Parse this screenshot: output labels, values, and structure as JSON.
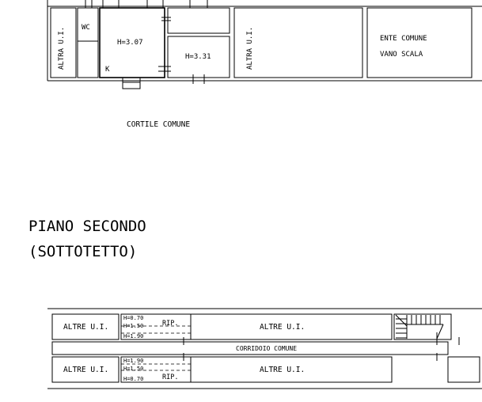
{
  "ground_floor": {
    "altra_ui_left": "ALTRA U.I.",
    "wc": "WC",
    "room_main_height": "H=3.07",
    "room_right_height": "H=3.31",
    "kitchen": "K",
    "altra_ui_middle": "ALTRA U.I.",
    "ente_comune_line1": "ENTE COMUNE",
    "ente_comune_line2": "VANO SCALA",
    "cortile": "CORTILE COMUNE"
  },
  "second_floor": {
    "title_line1": "PIANO SECONDO",
    "title_line2": "(SOTTOTETTO)",
    "altre_ui_top_left": "ALTRE U.I.",
    "top_h1": "H=0.70",
    "top_h2": "H=1.50",
    "top_h3": "H=1.90",
    "top_rip": "RIP.",
    "altre_ui_top_center": "ALTRE U.I.",
    "corridoio": "CORRIDOIO COMUNE",
    "altre_ui_bottom_left": "ALTRE U.I.",
    "bottom_h1": "H=1.90",
    "bottom_h2": "H=1.50",
    "bottom_h3": "H=0.70",
    "bottom_rip": "RIP.",
    "altre_ui_bottom_center": "ALTRE U.I."
  }
}
